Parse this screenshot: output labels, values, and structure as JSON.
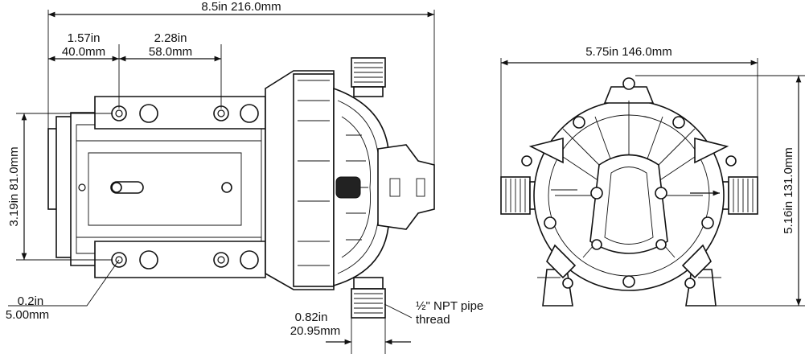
{
  "dimensions": {
    "overall_length": "8.5in 216.0mm",
    "mount_offset_in": "1.57in",
    "mount_offset_mm": "40.0mm",
    "mount_spacing_in": "2.28in",
    "mount_spacing_mm": "58.0mm",
    "mount_height": "3.19in 81.0mm",
    "hole_dia_in": "0.2in",
    "hole_dia_mm": "5.00mm",
    "port_length_in": "0.82in",
    "port_length_mm": "20.95mm",
    "pipe_thread_line1": "½\" NPT pipe",
    "pipe_thread_line2": "thread",
    "head_width": "5.75in 146.0mm",
    "head_height": "5.16in 131.0mm"
  }
}
